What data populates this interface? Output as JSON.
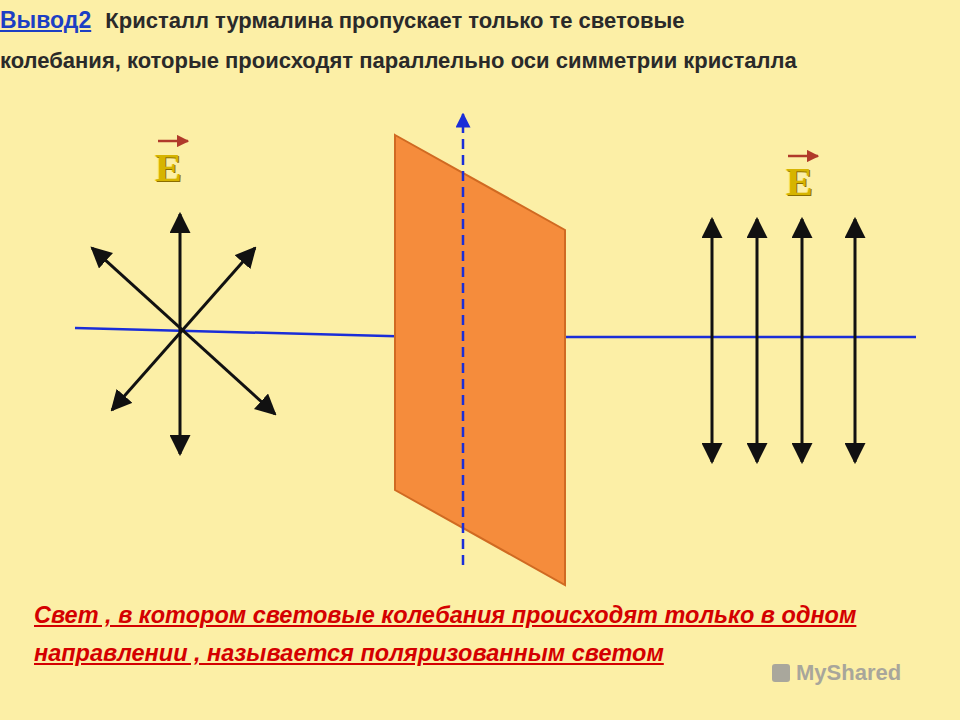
{
  "diagram": {
    "labels": [
      "Вывод2",
      "Кристалл турмалина пропускает только те световые колебания, которые происходят параллельно оси симметрии кристалла",
      "E",
      "E",
      "Свет , в котором световые колебания происходят только в одном направлении , называется поляризованным светом",
      "MyShared"
    ]
  }
}
